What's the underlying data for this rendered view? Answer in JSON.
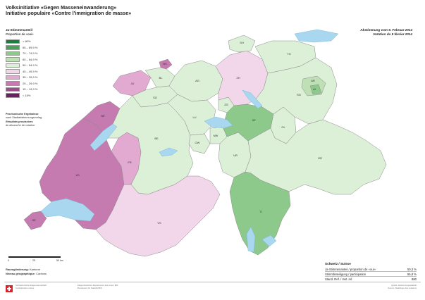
{
  "title": {
    "line1": "Volksinitiative «Gegen Masseneinwanderung»",
    "line2": "Initiative populaire «Contre l'immigration de masse»"
  },
  "vote": {
    "line1": "Abstimmung vom 9. Februar 2014",
    "line2": "Votation du 9 février 2014"
  },
  "legend": {
    "title_de": "Ja-Stimmenanteil",
    "title_fr": "Proportion de «oui»",
    "items": [
      {
        "label": "> 80%",
        "color": "#1a7f3a"
      },
      {
        "label": "65 – 69,9 %",
        "color": "#4aa25a"
      },
      {
        "label": "70 – 74,9 %",
        "color": "#8ec98c"
      },
      {
        "label": "60 – 64,9 %",
        "color": "#bfe0b5"
      },
      {
        "label": "50 – 54,9 %",
        "color": "#dcefd7"
      },
      {
        "label": "45 – 49,9 %",
        "color": "#f2d6ea"
      },
      {
        "label": "35 – 39,9 %",
        "color": "#e2a9d1"
      },
      {
        "label": "25 – 29,9 %",
        "color": "#c57bb0"
      },
      {
        "label": "15 – 19,9 %",
        "color": "#9e4c8a"
      },
      {
        "label": "< 15%",
        "color": "#6e1f62"
      }
    ]
  },
  "notes": {
    "de_title": "Provisorische Ergebnisse",
    "de_sub": "nach Stadtabstimmungsvorlag",
    "fr_title": "Résultats provisoires",
    "fr_sub": "du dimanche de votation"
  },
  "scale": {
    "l0": "0",
    "l1": "25",
    "l2": "50 km"
  },
  "level": {
    "de_label": "Raumgliederung:",
    "de_value": "Kantone",
    "fr_label": "Niveau géographique:",
    "fr_value": "Cantons"
  },
  "summary": {
    "title": "Schweiz / Suisse",
    "rows": [
      {
        "label": "Ja-Stimmenanteil / proportion de «oui»",
        "value": "50,3 %"
      },
      {
        "label": "Stimmbeteiligung / participation",
        "value": "55,8 %"
      },
      {
        "label": "Stand. Ref. / Inst. ref.",
        "value": "880"
      }
    ]
  },
  "footer": {
    "left1": "Schweizerische Eidgenossenschaft",
    "left2": "Confédération suisse",
    "mid1": "Eidgenössisches Departement des Innern EDI",
    "mid2": "Bundesamt für Statistik BFS",
    "right1": "Quelle: Abstimmungsstatistik",
    "right2": "Source: Statistique des votations"
  },
  "map": {
    "canton_labels": [
      {
        "id": "zh",
        "text": "ZH"
      },
      {
        "id": "be",
        "text": "BE"
      },
      {
        "id": "lu",
        "text": "LU"
      },
      {
        "id": "ur",
        "text": "UR"
      },
      {
        "id": "sz",
        "text": "SZ"
      },
      {
        "id": "ow",
        "text": "OW"
      },
      {
        "id": "nw",
        "text": "NW"
      },
      {
        "id": "gl",
        "text": "GL"
      },
      {
        "id": "zg",
        "text": "ZG"
      },
      {
        "id": "fr",
        "text": "FR"
      },
      {
        "id": "so",
        "text": "SO"
      },
      {
        "id": "bs",
        "text": "BS"
      },
      {
        "id": "bl",
        "text": "BL"
      },
      {
        "id": "sh",
        "text": "SH"
      },
      {
        "id": "ar",
        "text": "AR"
      },
      {
        "id": "ai",
        "text": "AI"
      },
      {
        "id": "sg",
        "text": "SG"
      },
      {
        "id": "gr",
        "text": "GR"
      },
      {
        "id": "ag",
        "text": "AG"
      },
      {
        "id": "tg",
        "text": "TG"
      },
      {
        "id": "ti",
        "text": "TI"
      },
      {
        "id": "vd",
        "text": "VD"
      },
      {
        "id": "vs",
        "text": "VS"
      },
      {
        "id": "ne",
        "text": "NE"
      },
      {
        "id": "ge",
        "text": "GE"
      },
      {
        "id": "ju",
        "text": "JU"
      }
    ]
  }
}
